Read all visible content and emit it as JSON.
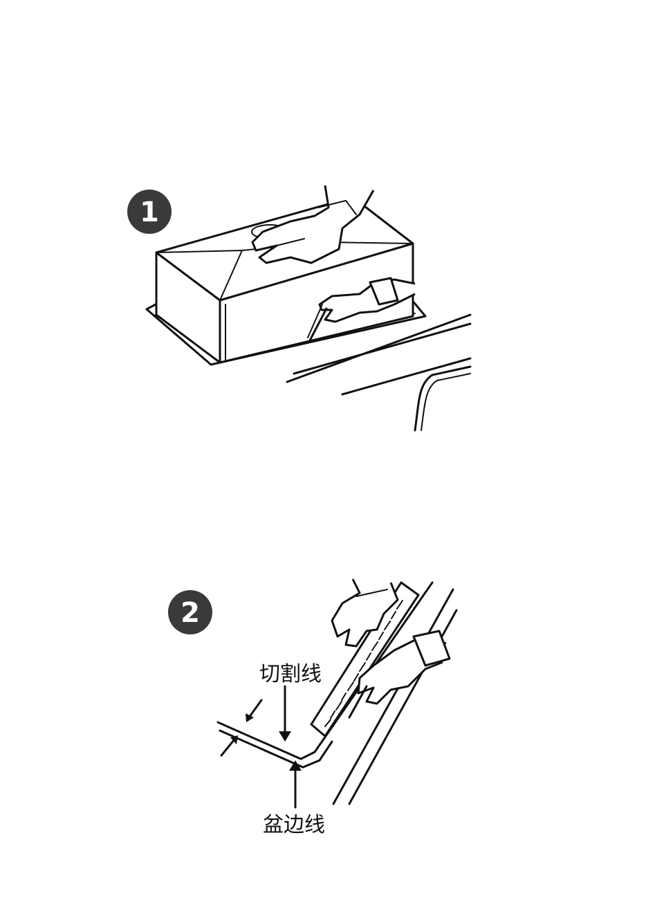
{
  "steps": [
    {
      "number": "1"
    },
    {
      "number": "2",
      "labels": {
        "cut_line": "切割线",
        "basin_edge_line": "盆边线"
      }
    }
  ],
  "colors": {
    "badge": "#3a3a3a",
    "ink": "#111111",
    "background": "#ffffff"
  },
  "icons": [
    "step-badge-icon",
    "hand-icon",
    "cutter-icon",
    "ruler-icon",
    "arrow-icon"
  ]
}
